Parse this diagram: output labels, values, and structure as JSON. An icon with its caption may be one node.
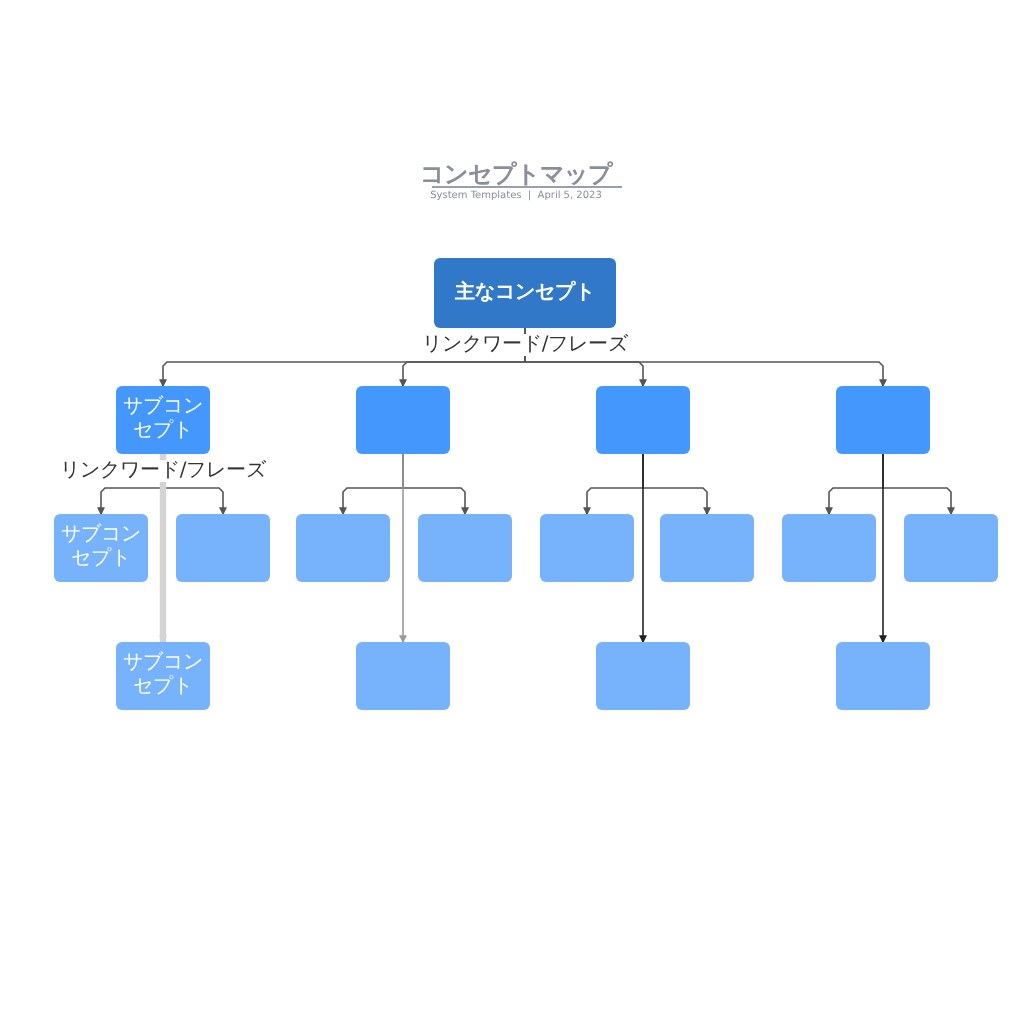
{
  "diagram": {
    "title": "コンセプトマップ",
    "caption": "System Templates  |  April 5, 2023",
    "nodes": [
      {
        "text": [
          "主なコンセプト"
        ]
      },
      {
        "text": [
          "サブコンセプト"
        ]
      },
      {
        "text": [],
        "shape": "box"
      },
      {
        "text": [],
        "shape": "box"
      },
      {
        "text": [],
        "shape": "box"
      },
      {
        "text": [
          "サブコンセプト"
        ]
      },
      {
        "text": [],
        "shape": "box"
      },
      {
        "text": [],
        "shape": "box"
      },
      {
        "text": [],
        "shape": "box"
      },
      {
        "text": [],
        "shape": "box"
      },
      {
        "text": [],
        "shape": "box"
      },
      {
        "text": [],
        "shape": "box"
      },
      {
        "text": [],
        "shape": "box"
      },
      {
        "text": [
          "サブコンセプト"
        ]
      },
      {
        "text": [],
        "shape": "box"
      },
      {
        "text": [],
        "shape": "box"
      },
      {
        "text": [],
        "shape": "box"
      }
    ],
    "edges": [
      {
        "from": 0,
        "to": 1,
        "arrow": "to",
        "label": "リンクワード/フレーズ"
      },
      {
        "from": 0,
        "to": 2,
        "arrow": "to"
      },
      {
        "from": 0,
        "to": 3,
        "arrow": "to"
      },
      {
        "from": 0,
        "to": 4,
        "arrow": "to"
      },
      {
        "from": 1,
        "to": 5,
        "arrow": "to",
        "label": "リンクワード/フレーズ"
      },
      {
        "from": 1,
        "to": 6,
        "arrow": "to"
      },
      {
        "from": 1,
        "to": 13,
        "arrow": "to",
        "style": "thick",
        "color": "#d4d4d4"
      },
      {
        "from": 2,
        "to": 7,
        "arrow": "to"
      },
      {
        "from": 2,
        "to": 8,
        "arrow": "to"
      },
      {
        "from": 2,
        "to": 14,
        "arrow": "to",
        "color": "#9a9a9a"
      },
      {
        "from": 3,
        "to": 9,
        "arrow": "to"
      },
      {
        "from": 3,
        "to": 10,
        "arrow": "to"
      },
      {
        "from": 3,
        "to": 15,
        "arrow": "to",
        "color": "#222222"
      },
      {
        "from": 4,
        "to": 11,
        "arrow": "to"
      },
      {
        "from": 4,
        "to": 12,
        "arrow": "to"
      },
      {
        "from": 4,
        "to": 16,
        "arrow": "to",
        "color": "#222222"
      }
    ]
  }
}
